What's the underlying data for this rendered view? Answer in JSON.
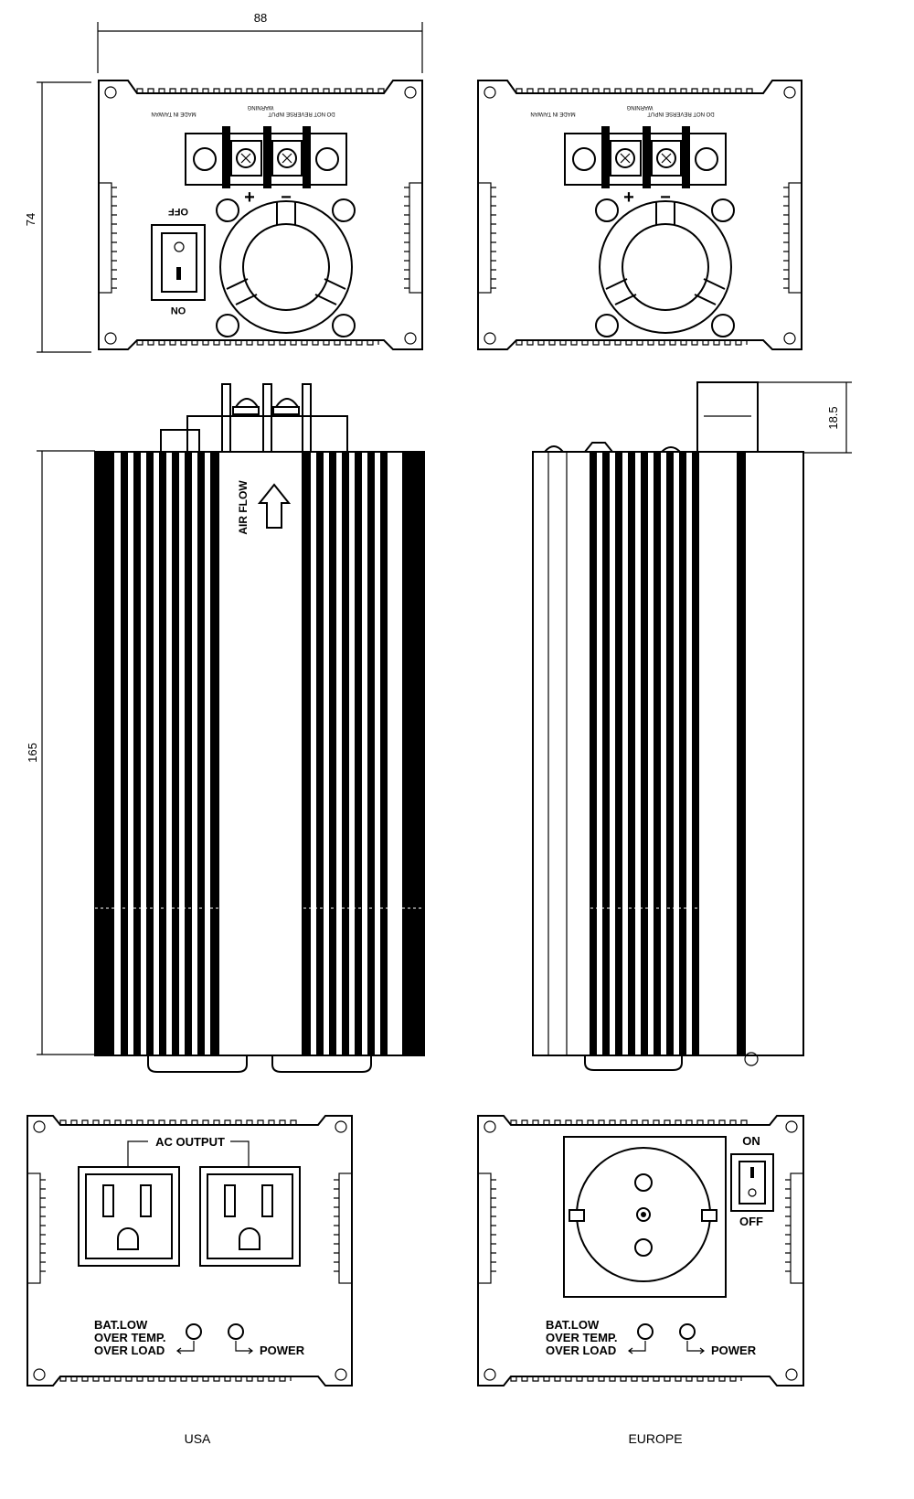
{
  "dimensions": {
    "width": "88",
    "height": "74",
    "length": "165",
    "terminal_height": "18.5"
  },
  "labels": {
    "switch_off": "OFF",
    "switch_on": "ON",
    "polarity_plus": "+",
    "polarity_minus": "−",
    "air_flow": "AIR FLOW",
    "ac_output": "AC OUTPUT",
    "bat_low": "BAT.LOW",
    "over_temp": "OVER TEMP.",
    "over_load": "OVER LOAD",
    "power": "POWER",
    "europe_on": "ON",
    "europe_off": "OFF",
    "tiny_warning": "WARNING",
    "tiny_reverse": "DO NOT REVERSE INPUT",
    "tiny_made_in": "MADE IN TAIWAN"
  },
  "captions": {
    "usa": "USA",
    "europe": "EUROPE"
  },
  "colors": {
    "line": "#000000",
    "background": "#ffffff"
  }
}
